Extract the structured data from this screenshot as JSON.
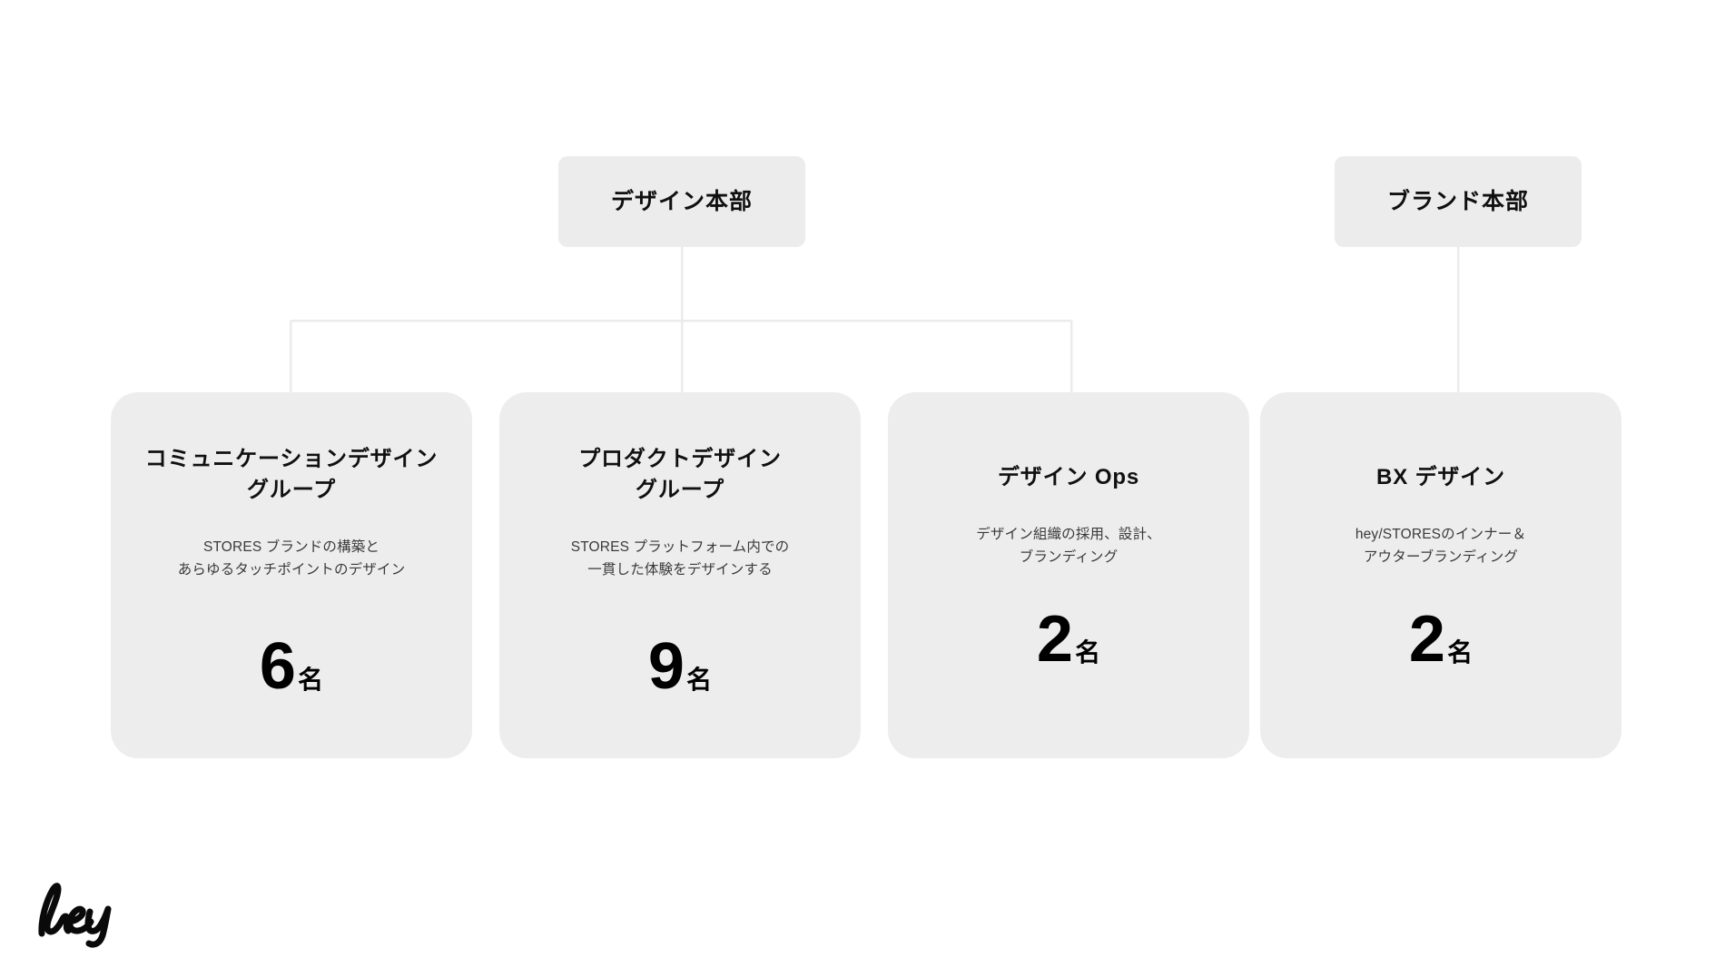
{
  "page": {
    "background_color": "#ffffff",
    "logo": {
      "name": "hey",
      "text": "hey"
    }
  },
  "theme": {
    "card_background": "#ededed",
    "dept_background": "#ececec",
    "connector_color": "#ebebeb",
    "title_color": "#101010",
    "description_color": "#3a3a3a",
    "count_color": "#000000"
  },
  "org_chart": {
    "departments": [
      {
        "id": "design-hq",
        "label": "デザイン本部"
      },
      {
        "id": "brand-hq",
        "label": "ブランド本部"
      }
    ],
    "teams": [
      {
        "id": "communication-design-group",
        "parent": "design-hq",
        "title": "コミュニケーションデザイン\nグループ",
        "title_line1": "コミュニケーションデザイン",
        "title_line2": "グループ",
        "description_line1": "STORES ブランドの構築と",
        "description_line2": "あらゆるタッチポイントのデザイン",
        "count": "6",
        "count_unit": "名"
      },
      {
        "id": "product-design-group",
        "parent": "design-hq",
        "title": "プロダクトデザイン\nグループ",
        "title_line1": "プロダクトデザイン",
        "title_line2": "グループ",
        "description_line1": "STORES プラットフォーム内での",
        "description_line2": "一貫した体験をデザインする",
        "count": "9",
        "count_unit": "名"
      },
      {
        "id": "design-ops",
        "parent": "design-hq",
        "title": "デザイン Ops",
        "title_line1": "デザイン Ops",
        "title_line2": "",
        "description_line1": "デザイン組織の採用、設計、",
        "description_line2": "ブランディング",
        "count": "2",
        "count_unit": "名"
      },
      {
        "id": "bx-design",
        "parent": "brand-hq",
        "title": "BX デザイン",
        "title_line1": "BX デザイン",
        "title_line2": "",
        "description_line1": "hey/STORESのインナー＆",
        "description_line2": "アウターブランディング",
        "count": "2",
        "count_unit": "名"
      }
    ]
  }
}
